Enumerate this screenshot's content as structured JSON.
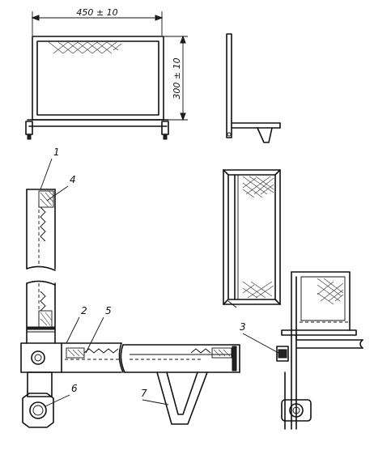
{
  "dimensions": {
    "width": "450 ± 10",
    "height": "300 ± 10"
  },
  "callouts": [
    {
      "id": "1",
      "label": "1"
    },
    {
      "id": "2",
      "label": "2"
    },
    {
      "id": "3",
      "label": "3"
    },
    {
      "id": "4",
      "label": "4"
    },
    {
      "id": "5",
      "label": "5"
    },
    {
      "id": "6",
      "label": "6"
    },
    {
      "id": "7",
      "label": "7"
    }
  ]
}
